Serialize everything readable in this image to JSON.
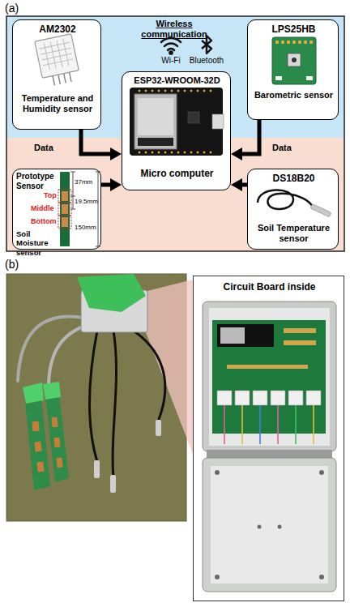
{
  "diagram": {
    "nodes": [
      {
        "text": [
          "Wireless communication",
          "Wi-Fi",
          "Bluetooth"
        ]
      },
      {
        "text": [
          "AM2302",
          "Temperature and Humidity sensor"
        ],
        "in": 0
      },
      {
        "text": [
          "LPS25HB",
          "Barometric sensor"
        ],
        "in": 0
      },
      {
        "text": [
          "ESP32-WROOM-32D",
          "Micro computer"
        ]
      },
      {
        "text": [
          "Prototype Sensor",
          "Soil Moisture sensor"
        ]
      },
      {
        "text": [
          "DS18B20",
          "Soil Temperature sensor"
        ]
      },
      {
        "text": [
          "Circuit Board inside"
        ]
      }
    ],
    "edges": [
      {
        "from": 1,
        "to": 3,
        "arrow": "to"
      },
      {
        "from": 2,
        "to": 3,
        "arrow": "to"
      },
      {
        "from": 4,
        "to": 3,
        "arrow": "to"
      },
      {
        "from": 5,
        "to": 3,
        "arrow": "to"
      }
    ],
    "labels": [
      "(a)",
      "Data",
      "Data",
      "Top",
      "Middle",
      "Bottom",
      "37mm",
      "19.5mm",
      "150mm",
      "(b)"
    ]
  }
}
